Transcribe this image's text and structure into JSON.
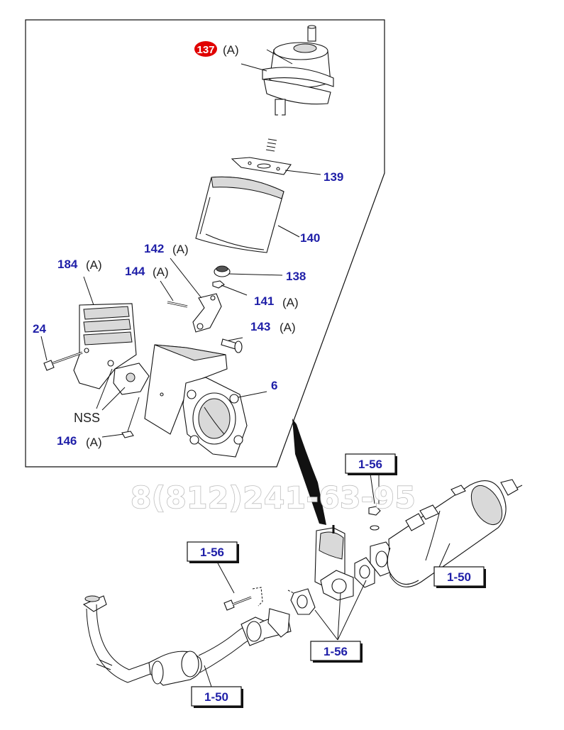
{
  "callouts": {
    "c137": {
      "num": "137",
      "qual": "(A)",
      "color": "#e00000"
    },
    "c139": {
      "num": "139"
    },
    "c140": {
      "num": "140"
    },
    "c138": {
      "num": "138"
    },
    "c142": {
      "num": "142",
      "qual": "(A)"
    },
    "c184": {
      "num": "184",
      "qual": "(A)"
    },
    "c144": {
      "num": "144",
      "qual": "(A)"
    },
    "c141": {
      "num": "141",
      "qual": "(A)"
    },
    "c143": {
      "num": "143",
      "qual": "(A)"
    },
    "c24": {
      "num": "24"
    },
    "c6": {
      "num": "6"
    },
    "c146": {
      "num": "146",
      "qual": "(A)"
    }
  },
  "nss_label": "NSS",
  "references": {
    "r1": "1-56",
    "r2": "1-56",
    "r3": "1-56",
    "r4": "1-50",
    "r5": "1-50"
  },
  "watermark": "8(812)241-63-95",
  "colors": {
    "callout": "#1f1fa8",
    "highlight": "#e00000",
    "line": "#111111"
  }
}
